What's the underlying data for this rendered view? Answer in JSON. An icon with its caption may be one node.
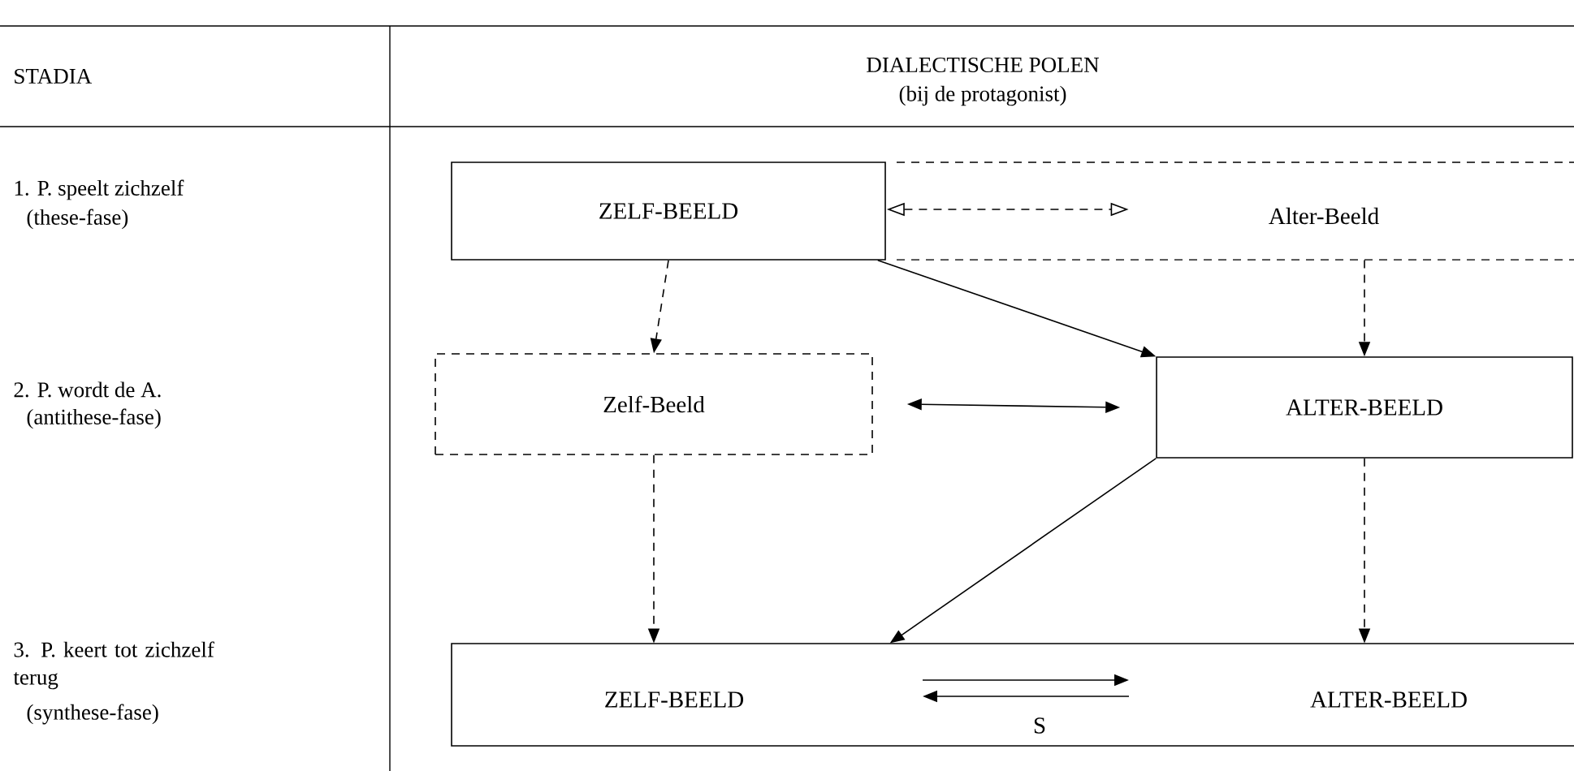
{
  "diagram": {
    "nodes": [
      {
        "text": [
          "ZELF-BEELD"
        ]
      },
      {
        "text": [
          "Alter-Beeld"
        ]
      },
      {
        "text": [
          "Zelf-Beeld"
        ]
      },
      {
        "text": [
          "ALTER-BEELD"
        ]
      },
      {
        "text": [
          "ZELF-BEELD",
          "ALTER-BEELD"
        ]
      }
    ],
    "edges": [
      {
        "from": 0,
        "to": 1,
        "arrow": "both",
        "style": "dashed"
      },
      {
        "from": 0,
        "to": 2,
        "arrow": "to",
        "style": "dashed"
      },
      {
        "from": 0,
        "to": 3,
        "arrow": "to"
      },
      {
        "from": 1,
        "to": 3,
        "arrow": "to",
        "style": "dashed"
      },
      {
        "from": 2,
        "to": 3,
        "arrow": "both"
      },
      {
        "from": 2,
        "to": 4,
        "arrow": "to",
        "style": "dashed"
      },
      {
        "from": 3,
        "to": 4,
        "arrow": "to"
      },
      {
        "from": 3,
        "to": 4,
        "arrow": "to",
        "style": "dashed"
      }
    ],
    "labels": [
      "STADIA",
      "DIALECTISCHE POLEN",
      "(bij de protagonist)",
      "1. P. speelt zichzelf",
      "(these-fase)",
      "2. P. wordt de A.",
      "(antithese-fase)",
      "3. P. keert tot zichzelf terug",
      "(synthese-fase)",
      "S"
    ]
  }
}
